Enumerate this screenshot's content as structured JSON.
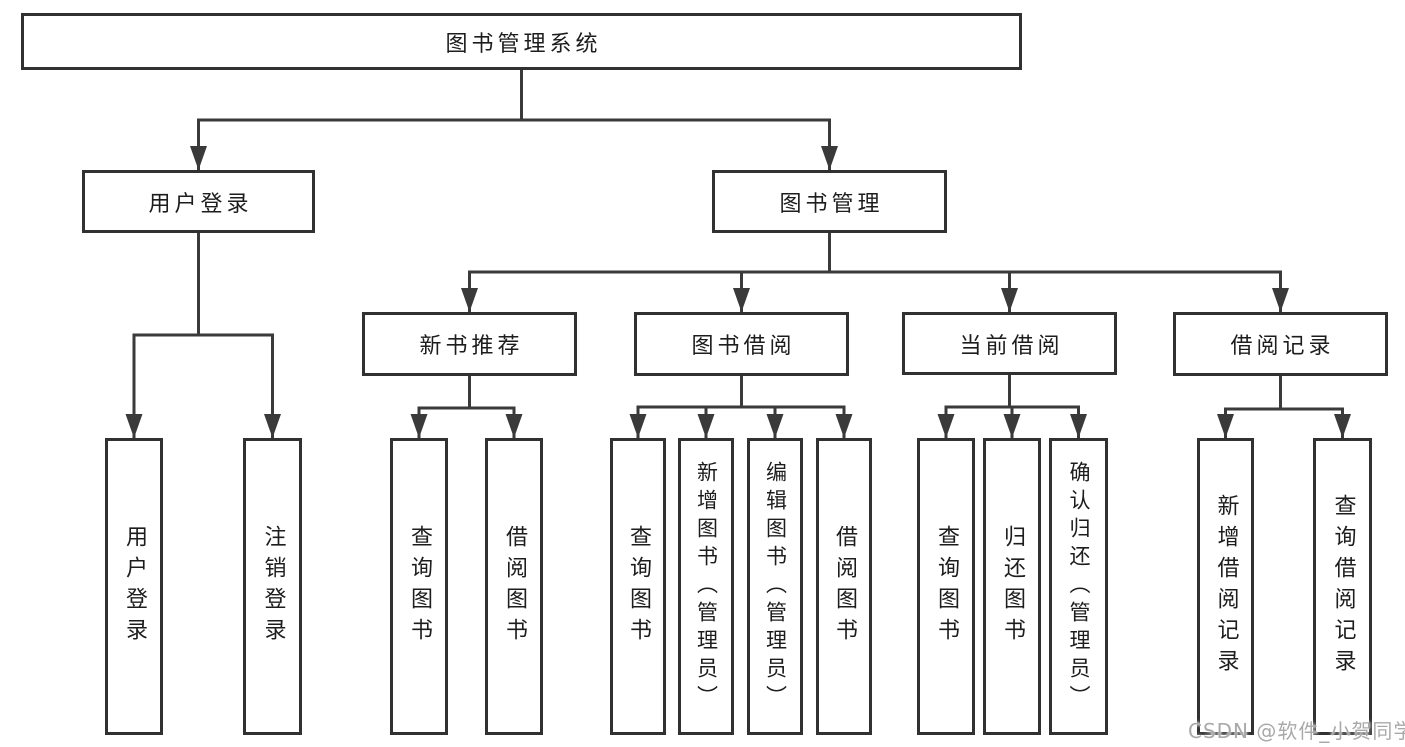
{
  "colors": {
    "line": "#3a3a3a",
    "box_border": "#313131",
    "text": "#1d1d1d",
    "watermark": "#a9a9a9"
  },
  "watermark": {
    "text": "CSDN @软件_小贺同学"
  },
  "tree": {
    "root": "图书管理系统",
    "branches": [
      {
        "label": "用户登录",
        "leaves": [
          "用户登录",
          "注销登录"
        ]
      },
      {
        "label": "图书管理",
        "groups": [
          {
            "label": "新书推荐",
            "leaves": [
              "查询图书",
              "借阅图书"
            ]
          },
          {
            "label": "图书借阅",
            "leaves": [
              "查询图书",
              "新增图书（管理员）",
              "编辑图书（管理员）",
              "借阅图书"
            ]
          },
          {
            "label": "当前借阅",
            "leaves": [
              "查询图书",
              "归还图书",
              "确认归还（管理员）"
            ]
          },
          {
            "label": "借阅记录",
            "leaves": [
              "新增借阅记录",
              "查询借阅记录"
            ]
          }
        ]
      }
    ]
  }
}
